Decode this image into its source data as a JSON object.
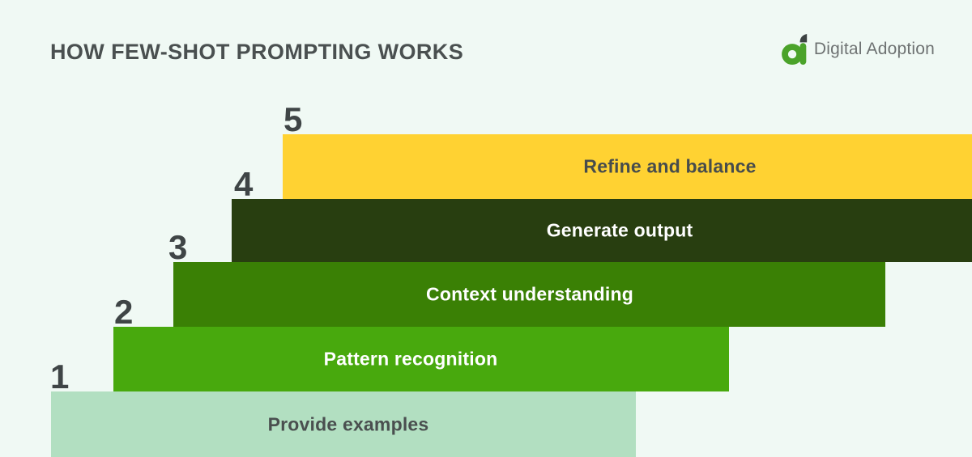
{
  "header": {
    "title": "HOW FEW-SHOT PROMPTING WORKS",
    "brand": "Digital Adoption"
  },
  "steps": [
    {
      "number": "1",
      "label": "Provide examples",
      "bar_color": "#B2DFC1",
      "text_color": "#4A4F4F"
    },
    {
      "number": "2",
      "label": "Pattern recognition",
      "bar_color": "#48A90D",
      "text_color": "#FFFFFF"
    },
    {
      "number": "3",
      "label": "Context understanding",
      "bar_color": "#3A8005",
      "text_color": "#FFFFFF"
    },
    {
      "number": "4",
      "label": "Generate output",
      "bar_color": "#283E10",
      "text_color": "#FFFFFF"
    },
    {
      "number": "5",
      "label": "Refine and balance",
      "bar_color": "#FFD232",
      "text_color": "#474C4C"
    }
  ],
  "colors": {
    "background": "#F0F9F4",
    "title_text": "#4A5050",
    "number_text": "#3F4546",
    "brand_text": "#6E7272",
    "logo_green": "#4BA32A",
    "logo_dark": "#3C4242"
  }
}
